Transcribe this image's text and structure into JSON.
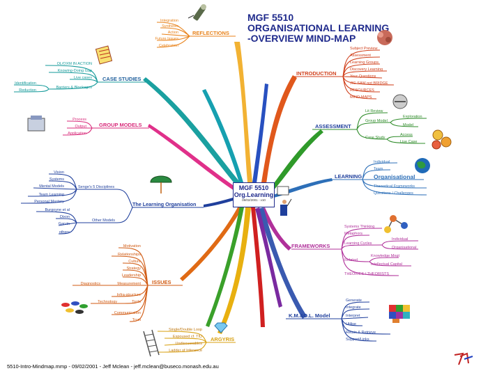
{
  "title": {
    "line1": "MGF 5510",
    "line2": "ORGANISATIONAL LEARNING",
    "line3": "-OVERVIEW MIND-MAP"
  },
  "center": {
    "line1": "MGF 5510",
    "line2": "Org.Learning",
    "line3": "09/02/2001 - v10"
  },
  "footer": "5510-Intro-Mindmap.mmp - 09/02/2001 - Jeff Mclean - jeff.mclean@buseco.monash.edu.au",
  "branches": {
    "reflections": {
      "label": "REFLECTIONS",
      "color": "#e8821a",
      "children": [
        "Integration",
        "Synthesis",
        "Action",
        "Future Issues",
        "Celebration"
      ]
    },
    "introduction": {
      "label": "INTRODUCTION",
      "color": "#d0401c",
      "children": [
        "Subject Preview",
        "Assessment",
        "Learning Groups",
        "Discovery Learning",
        "Your Questions",
        "JIG-SAW not BRIDGE",
        "RESOURCES",
        "MIND-MAPS"
      ]
    },
    "case_studies": {
      "label": "CASE STUDIES",
      "color": "#159a9a",
      "children": [
        "OL/OXM IN ACTION",
        "Knowing-Doing Gap",
        "Live cases",
        "Barriers & Blockages"
      ],
      "sub": [
        "Identification",
        "Reduction"
      ]
    },
    "assessment": {
      "label": "ASSESSMENT",
      "color": "#2f8c2a",
      "children": [
        "Lit Review",
        "Group Model",
        "Case Study"
      ],
      "group_model": [
        "Exploration",
        "Model"
      ],
      "case_study": [
        "Access",
        "Live Case"
      ]
    },
    "group_models": {
      "label": "GROUP MODELS",
      "color": "#d82a7a",
      "children": [
        "Process",
        "Output",
        "Application"
      ]
    },
    "learning": {
      "label": "LEARNING",
      "color": "#2d6fb8",
      "children": [
        "Individual",
        "Team",
        "Organisational",
        "Theoretical Frameworks",
        "Questions / Challenges"
      ]
    },
    "learning_org": {
      "label": "The Learning Organisation",
      "color": "#1f3f9c",
      "senge": "Senge's 5 Disciplines",
      "senge_items": [
        "Vision",
        "Systems",
        "Mental Models",
        "Team Learning",
        "Personal Mastery"
      ],
      "other": "Other Models",
      "other_items": [
        "Burgoyne et al",
        "Dixon",
        "Garvin",
        "others"
      ]
    },
    "frameworks": {
      "label": "FRAMEWORKS",
      "color": "#b0309a",
      "children": [
        "Systems Thinking",
        "Metaphors",
        "Learning Cycles",
        "Related",
        "THEORIES / THEORISTS"
      ],
      "cycles": [
        "Individual",
        "Organisational"
      ],
      "related": [
        "Knowledge Mngt",
        "Intellectual Capital"
      ]
    },
    "issues": {
      "label": "ISSUES",
      "color": "#d05a12",
      "children": [
        "Motivation",
        "Relationships",
        "Culture",
        "Strategy",
        "Leadership",
        "Measurement",
        "Infra-structure",
        "Tools",
        "Communication",
        "Trust"
      ],
      "measure_sub": "Diagnostics",
      "tools_sub": "Technology"
    },
    "km": {
      "label": "K.M.&O.L. Model",
      "color": "#1f3f9c",
      "children": [
        "Generate",
        "Integrate",
        "Interpret",
        "Utilise",
        "Retain & Retrieve",
        "Support/Links"
      ]
    },
    "argyris": {
      "label": "ARGYRIS",
      "color": "#d8a010",
      "children": [
        "Single/Double Loop",
        "Espoused cf. TIU",
        "Undiscussables",
        "Ladder of Inference"
      ]
    }
  }
}
